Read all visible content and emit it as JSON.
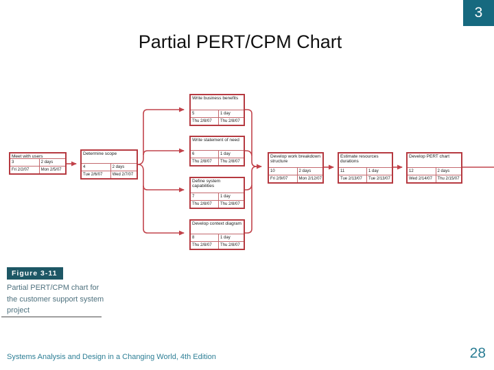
{
  "slide": {
    "number": "3",
    "title": "Partial PERT/CPM Chart",
    "footer_text": "Systems Analysis and Design in a Changing World, 4th Edition",
    "page_number": "28"
  },
  "figure": {
    "label": "Figure 3-11",
    "caption": "Partial PERT/CPM chart for the customer support system project"
  },
  "colors": {
    "box_border": "#b5383f",
    "box_gridline": "#c2666b",
    "connector": "#c1424a",
    "teal_badge": "#16697f",
    "teal_header": "#1d5765",
    "caption_text": "#4d707d",
    "footer_text": "#2c7e95",
    "rule": "#4a4a4a",
    "title_text": "#111111"
  },
  "chart": {
    "type": "pert-network",
    "tasks": [
      {
        "name": "Meet with users",
        "id": "3",
        "duration": "2 days",
        "start": "Fri 2/2/07",
        "finish": "Mon 2/5/07"
      },
      {
        "name": "Determine scope",
        "id": "4",
        "duration": "2 days",
        "start": "Tue 2/6/07",
        "finish": "Wed 2/7/07"
      },
      {
        "name": "Write business benefits",
        "id": "5",
        "duration": "1 day",
        "start": "Thu 2/8/07",
        "finish": "Thu 2/8/07"
      },
      {
        "name": "Write statement of need",
        "id": "6",
        "duration": "1 day",
        "start": "Thu 2/8/07",
        "finish": "Thu 2/8/07"
      },
      {
        "name": "Define system capabilities",
        "id": "7",
        "duration": "1 day",
        "start": "Thu 2/8/07",
        "finish": "Thu 2/8/07"
      },
      {
        "name": "Develop context diagram",
        "id": "8",
        "duration": "1 day",
        "start": "Thu 2/8/07",
        "finish": "Thu 2/8/07"
      },
      {
        "name": "Develop work breakdown structure",
        "id": "10",
        "duration": "2 days",
        "start": "Fri 2/9/07",
        "finish": "Mon 2/12/07"
      },
      {
        "name": "Estimate resources durations",
        "id": "11",
        "duration": "1 day",
        "start": "Tue 2/13/07",
        "finish": "Tue 2/13/07"
      },
      {
        "name": "Develop PERT chart",
        "id": "12",
        "duration": "2 days",
        "start": "Wed 2/14/07",
        "finish": "Thu 2/15/07"
      }
    ],
    "dependencies": [
      [
        "3",
        "4"
      ],
      [
        "4",
        "5"
      ],
      [
        "4",
        "6"
      ],
      [
        "4",
        "7"
      ],
      [
        "4",
        "8"
      ],
      [
        "5",
        "10"
      ],
      [
        "6",
        "10"
      ],
      [
        "7",
        "10"
      ],
      [
        "8",
        "10"
      ],
      [
        "10",
        "11"
      ],
      [
        "11",
        "12"
      ]
    ]
  }
}
